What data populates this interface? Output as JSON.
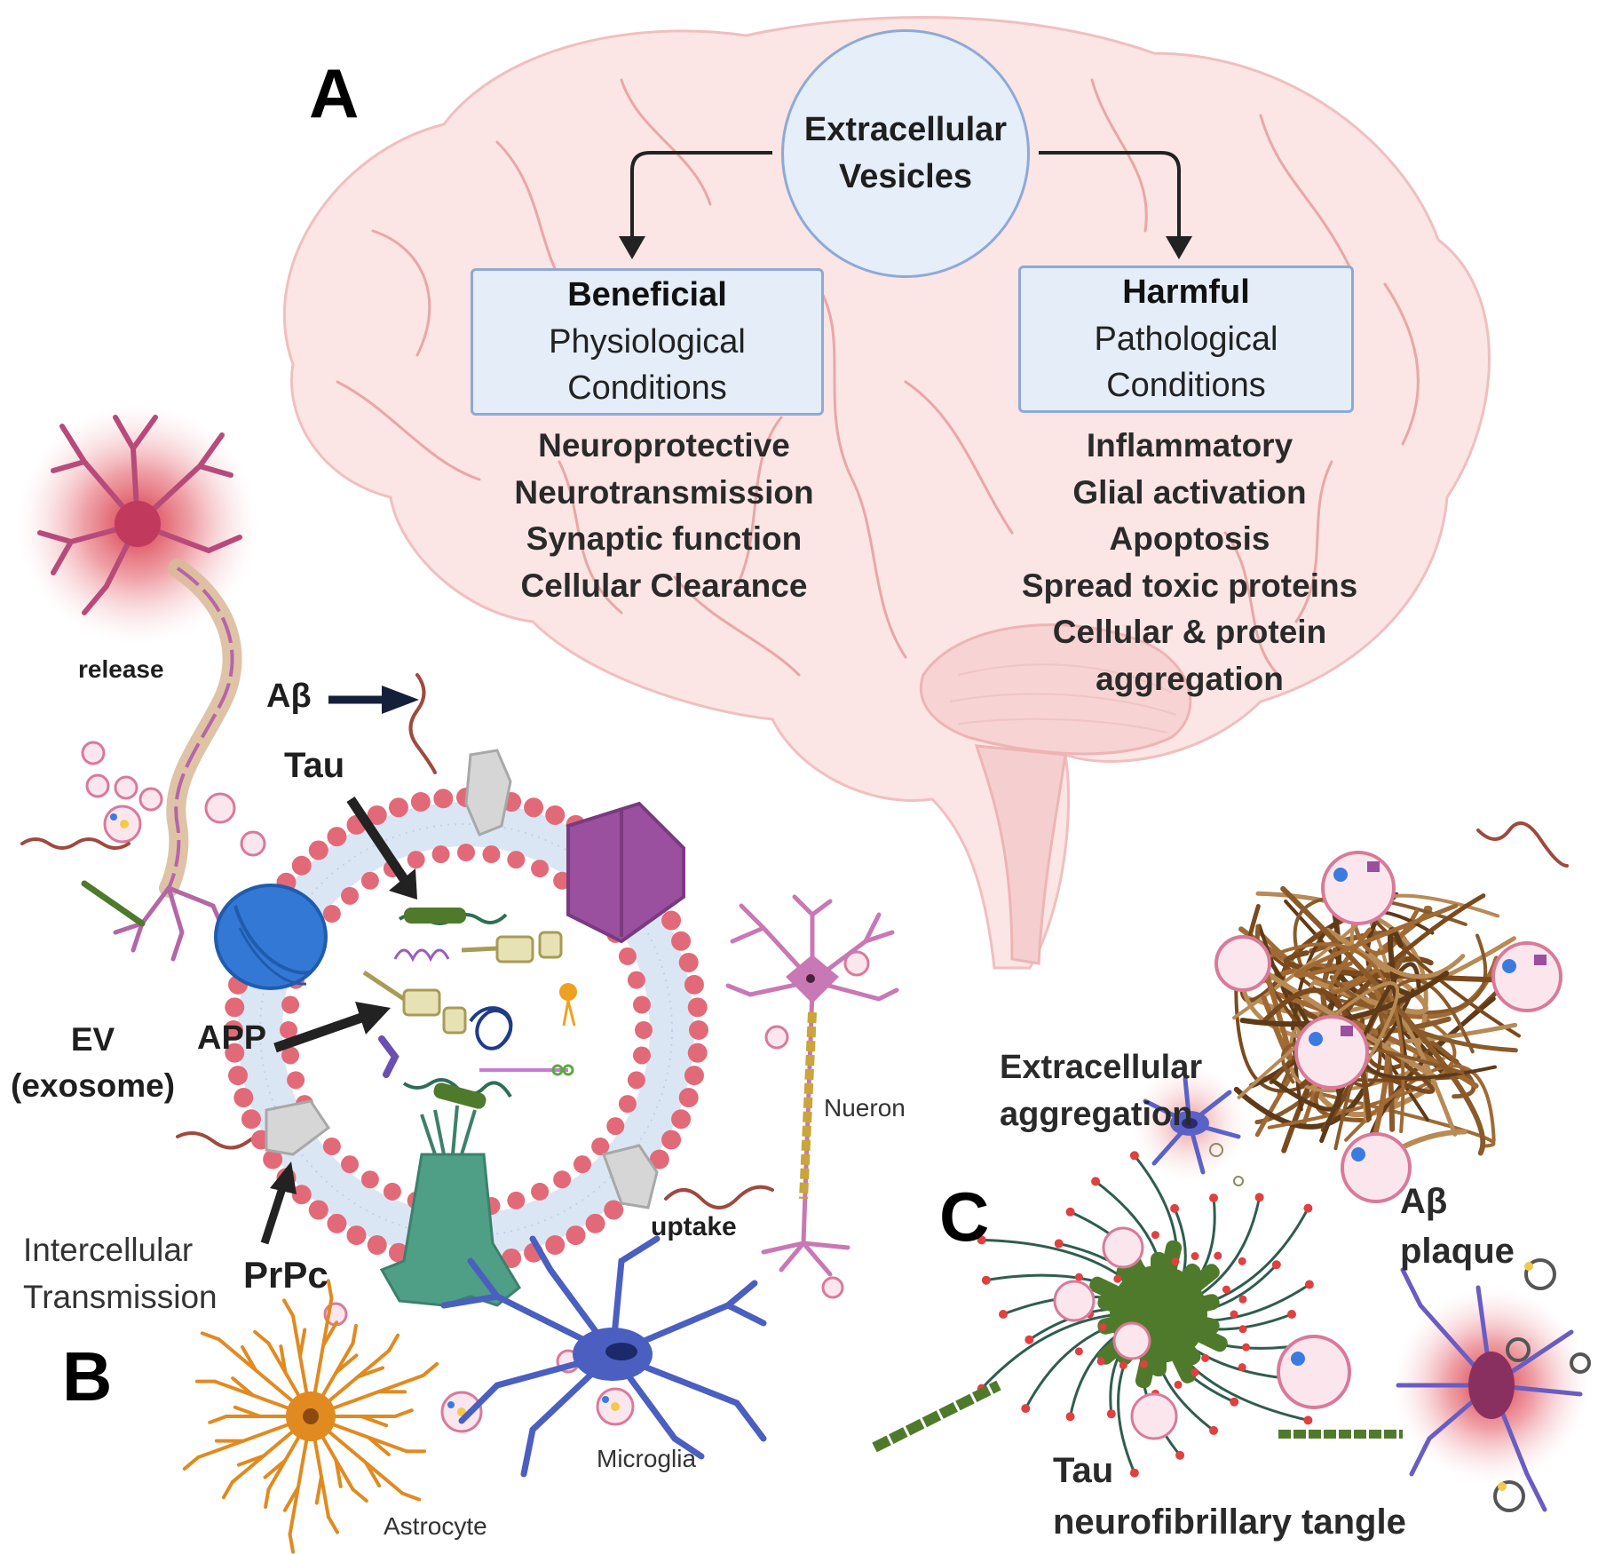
{
  "panels": {
    "a": "A",
    "b": "B",
    "c": "C"
  },
  "panel_a": {
    "center": [
      "Extracellular",
      "Vesicles"
    ],
    "beneficial": {
      "title": "Beneficial",
      "subtitle": [
        "Physiological",
        "Conditions"
      ],
      "effects": [
        "Neuroprotective",
        "Neurotransmission",
        "Synaptic function",
        "Cellular Clearance"
      ]
    },
    "harmful": {
      "title": "Harmful",
      "subtitle": [
        "Pathological",
        "Conditions"
      ],
      "effects": [
        "Inflammatory",
        "Glial activation",
        "Apoptosis",
        "Spread toxic proteins",
        "Cellular & protein",
        "aggregation"
      ]
    }
  },
  "panel_b": {
    "release": "release",
    "abeta": "Aβ",
    "tau": "Tau",
    "app": "APP",
    "ev": [
      "EV",
      "(exosome)"
    ],
    "transmission": [
      "Intercellular",
      "Transmission"
    ],
    "prpc": "PrPc",
    "uptake": "uptake",
    "neuron": "Nueron",
    "microglia": "Microglia",
    "astrocyte": "Astrocyte"
  },
  "panel_c": {
    "extracellular": [
      "Extracellular",
      "aggregation"
    ],
    "plaque": [
      "Aβ",
      "plaque"
    ],
    "tangle": [
      "Tau",
      "neurofibrillary tangle"
    ]
  },
  "colors": {
    "brain": "#fbe4e4",
    "brain_vessels": "#e59a9a",
    "box_fill": "#e4edf8",
    "box_border": "#8fa9d6",
    "membrane_beads": "#e26a78",
    "membrane_tails": "#dde8f6",
    "tau_green": "#4f7a2c",
    "microglia": "#4a5fc0",
    "astrocyte": "#e08a20",
    "neuron_pink": "#c878b4",
    "tangle_brown": "#8a5a2b"
  }
}
